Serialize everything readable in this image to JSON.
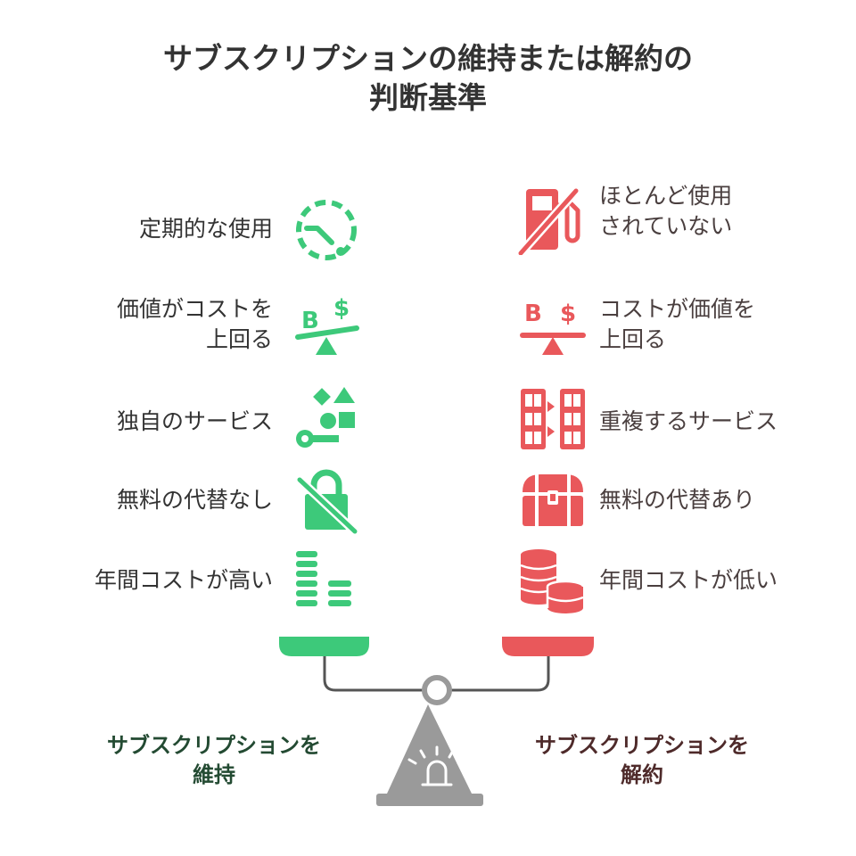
{
  "title": {
    "line1": "サブスクリプションの維持または解約の",
    "line2": "判断基準"
  },
  "keep_factors": [
    {
      "lines": [
        "定期的な使用"
      ],
      "icon": "clock-icon"
    },
    {
      "lines": [
        "価値がコストを",
        "上回る"
      ],
      "icon": "balance-icon"
    },
    {
      "lines": [
        "独自のサービス"
      ],
      "icon": "unique-shapes-icon"
    },
    {
      "lines": [
        "無料の代替なし"
      ],
      "icon": "no-free-lock-icon"
    },
    {
      "lines": [
        "年間コストが高い"
      ],
      "icon": "stacked-bars-icon"
    }
  ],
  "cancel_factors": [
    {
      "lines": [
        "ほとんど使用",
        "されていない"
      ],
      "icon": "unused-fuel-icon"
    },
    {
      "lines": [
        "コストが価値を",
        "上回る"
      ],
      "icon": "balance-icon"
    },
    {
      "lines": [
        "重複するサービス"
      ],
      "icon": "duplicate-boxes-icon"
    },
    {
      "lines": [
        "無料の代替あり"
      ],
      "icon": "chest-icon"
    },
    {
      "lines": [
        "年間コストが低い"
      ],
      "icon": "coin-stack-icon"
    }
  ],
  "outcomes": {
    "keep": {
      "line1": "サブスクリプションを",
      "line2": "維持"
    },
    "cancel": {
      "line1": "サブスクリプションを",
      "line2": "解約"
    }
  },
  "colors": {
    "keep": "#3dc97a",
    "cancel": "#e9585b",
    "scale": "#9a9a9a",
    "text": "#333333"
  }
}
